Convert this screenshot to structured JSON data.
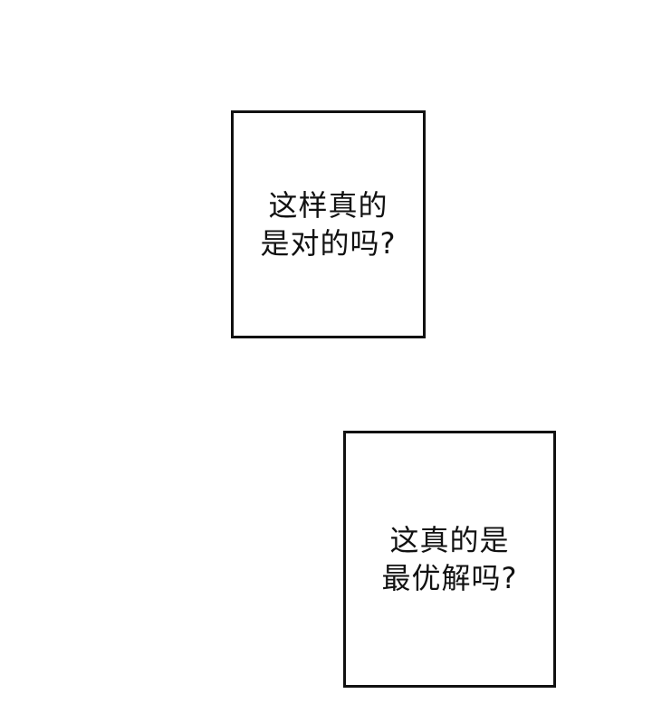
{
  "panels": [
    {
      "lines": [
        "这样真的",
        "是对的吗?"
      ]
    },
    {
      "lines": [
        "这真的是",
        "最优解吗?"
      ]
    }
  ],
  "colors": {
    "background": "#ffffff",
    "border": "#111111",
    "text": "#111111"
  }
}
